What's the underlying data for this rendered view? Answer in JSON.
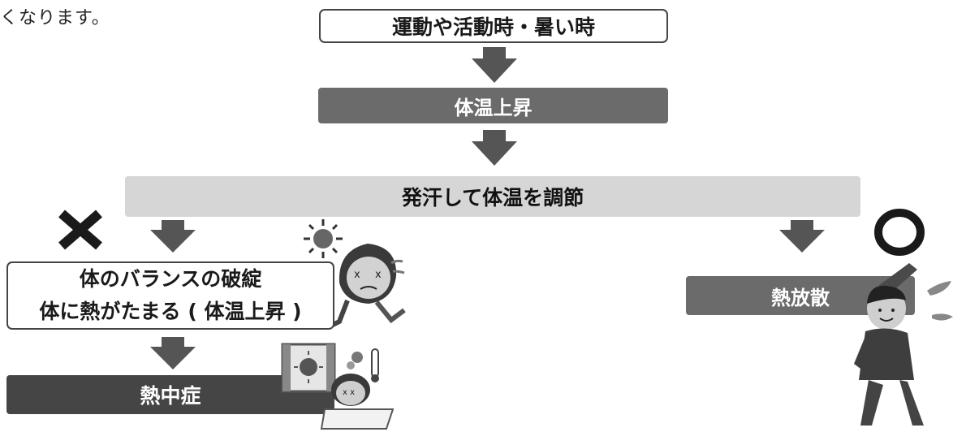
{
  "intro_fragment": "くなります。",
  "steps": {
    "trigger": "運動や活動時・暑い時",
    "temp_rise": "体温上昇",
    "sweat": "発汗して体温を調節"
  },
  "bad_path": {
    "mark": "✕",
    "line1": "体のバランスの破綻",
    "line2": "体に熱がたまる ( 体温上昇 )",
    "result": "熱中症"
  },
  "good_path": {
    "mark": "○",
    "result": "熱放散"
  },
  "colors": {
    "outline": "#444444",
    "dark_box": "#6b6b6b",
    "light_box": "#d6d6d6",
    "black_box": "#454545",
    "arrow": "#555555"
  }
}
